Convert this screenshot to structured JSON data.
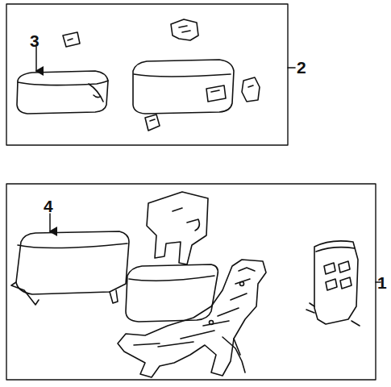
{
  "diagram": {
    "labels": [
      "3",
      "2",
      "4",
      "1"
    ]
  }
}
